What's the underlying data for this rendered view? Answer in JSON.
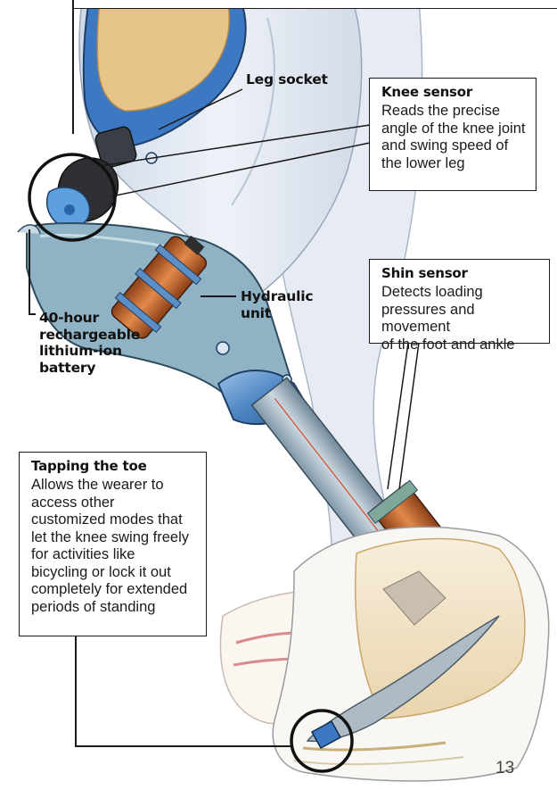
{
  "labels": {
    "leg_socket": "Leg socket",
    "hydraulic_unit": "Hydraulic\nunit",
    "battery": "40-hour\nrechargeable\nlithium-ion\nbattery"
  },
  "callouts": {
    "knee_sensor": {
      "title": "Knee sensor",
      "body": "Reads the precise\nangle of the knee joint\nand swing speed of\nthe lower leg"
    },
    "shin_sensor": {
      "title": "Shin sensor",
      "body": "Detects loading\npressures and movement\nof the foot and ankle"
    },
    "tapping_toe": {
      "title": "Tapping the toe",
      "body": "Allows the wearer to\naccess other\ncustomized modes that\nlet the knee swing freely\nfor activities like\nbicycling or lock it out\ncompletely for extended\nperiods of standing"
    }
  },
  "page_number": "13",
  "colors": {
    "prosthetic_blue": "#4d86c4",
    "socket_blue": "#3d79c2",
    "hydraulic_copper": "#c7682c",
    "leg_shading": "#dfe6f0",
    "shoe_fill": "#f6e7cf",
    "outline": "#1a1a1a"
  }
}
